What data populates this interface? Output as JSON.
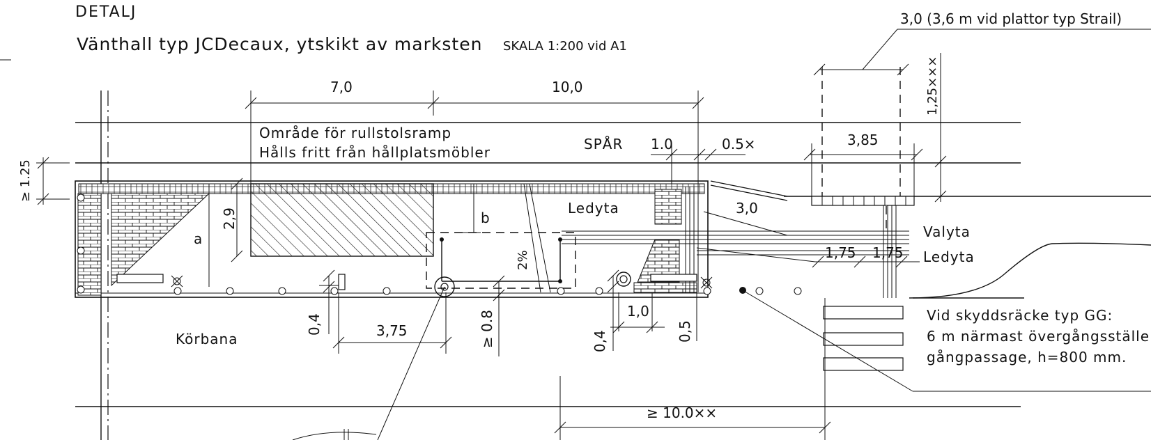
{
  "header": {
    "detail_label": "DETALJ",
    "title": "Vänthall typ JCDecaux, ytskikt av marksten",
    "scale": "SKALA 1:200 vid A1"
  },
  "labels": {
    "zone_line1": "Område för rullstolsramp",
    "zone_line2": "Hålls fritt från hållplatsmöbler",
    "spar": "SPÅR",
    "ledyta_top": "Ledyta",
    "valyta": "Valyta",
    "ledyta_right": "Ledyta",
    "korbana": "Körbana",
    "a": "a",
    "b": "b",
    "slope": "2%",
    "note_line1": "Vid skyddsräcke typ GG:",
    "note_line2": "6 m närmast övergångsställe",
    "note_line3": "gångpassage, h=800 mm."
  },
  "dimensions": {
    "top_right": "3,0 (3,6 m vid plattor typ Strail)",
    "d7": "7,0",
    "d10": "10,0",
    "d125": "≥ 1.25",
    "d125xx": "1,25×××",
    "d10small": "1.0",
    "d05x": "0.5×",
    "d385": "3,85",
    "d29": "2,9",
    "d30": "3,0",
    "d175a": "1,75",
    "d175b": "1,75",
    "d04a": "0,4",
    "d375": "3,75",
    "d08": "≥ 0.8",
    "d04b": "0,4",
    "d1_0": "1,0",
    "d05": "0,5",
    "d100xx": "≥  10.0××"
  }
}
